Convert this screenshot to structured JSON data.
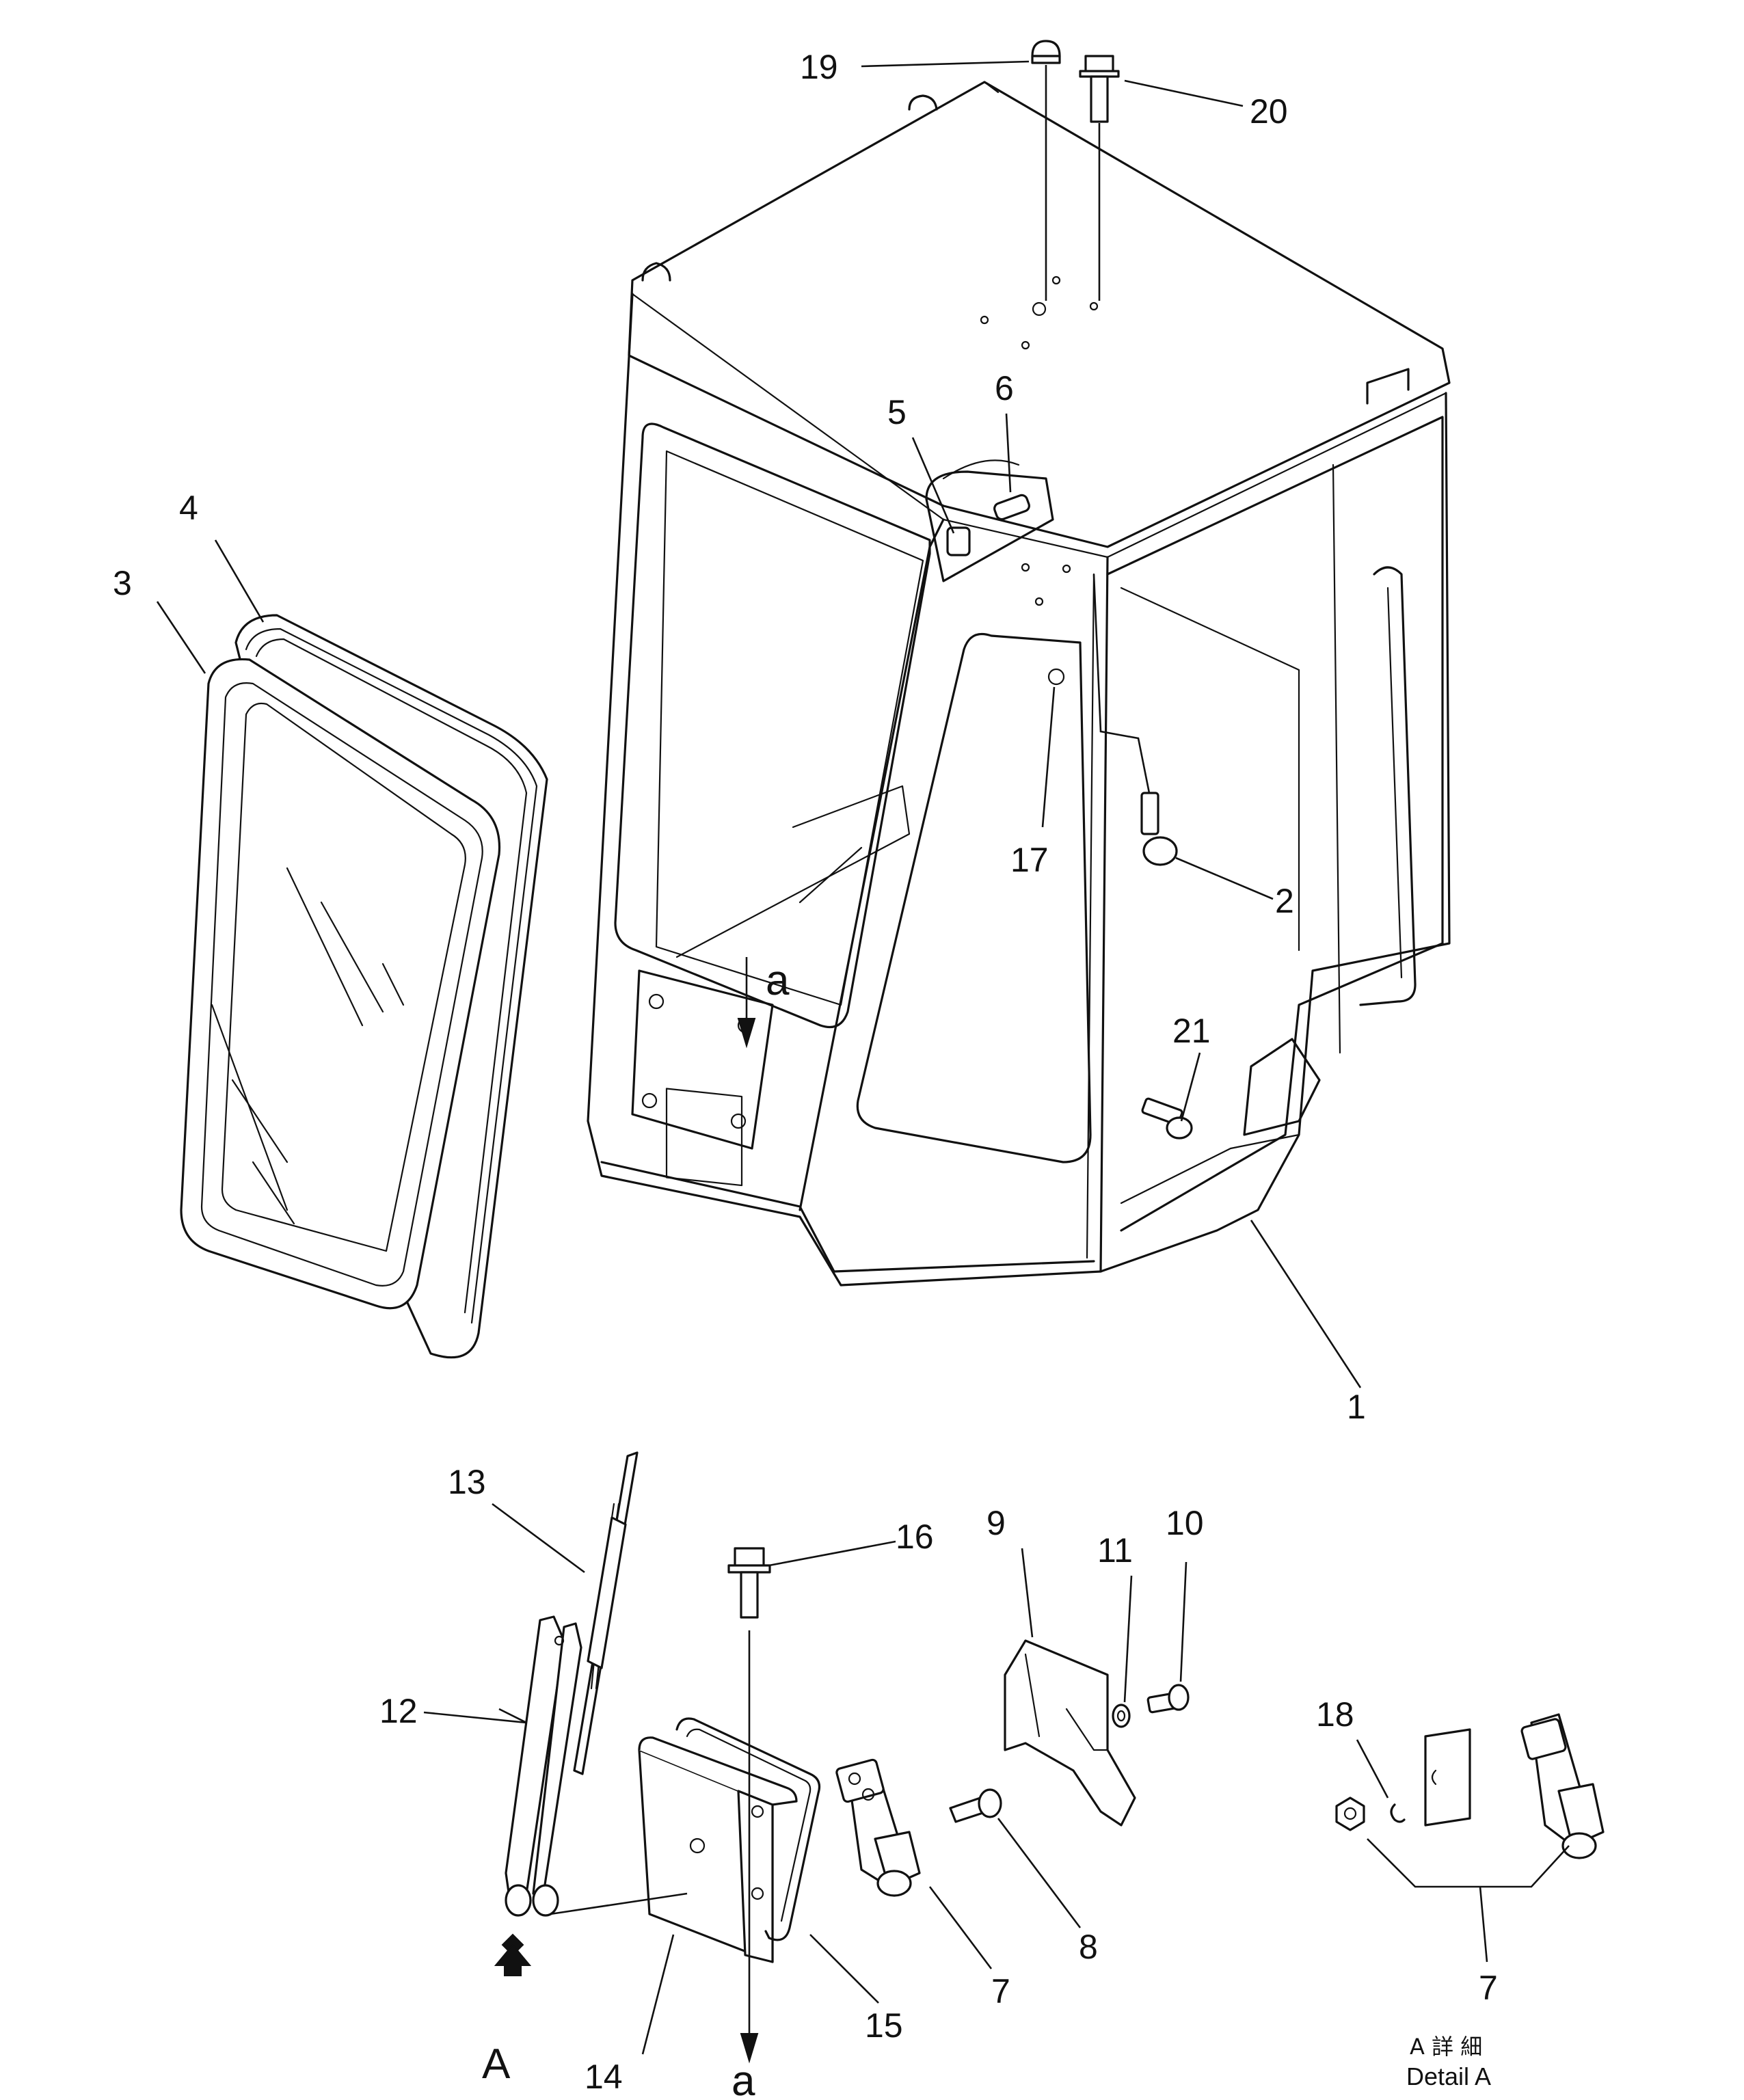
{
  "callouts": {
    "c1": "1",
    "c2": "2",
    "c3": "3",
    "c4": "4",
    "c5": "5",
    "c6": "6",
    "c7a": "7",
    "c7b": "7",
    "c8": "8",
    "c9": "9",
    "c10": "10",
    "c11": "11",
    "c12": "12",
    "c13": "13",
    "c14": "14",
    "c15": "15",
    "c16": "16",
    "c17": "17",
    "c18": "18",
    "c19": "19",
    "c20": "20",
    "c21": "21"
  },
  "markers": {
    "section_a_top": "a",
    "section_a_bottom": "a",
    "view_arrow": "A"
  },
  "detail_caption": {
    "line1": "A 詳 細",
    "line2": "Detail A"
  }
}
